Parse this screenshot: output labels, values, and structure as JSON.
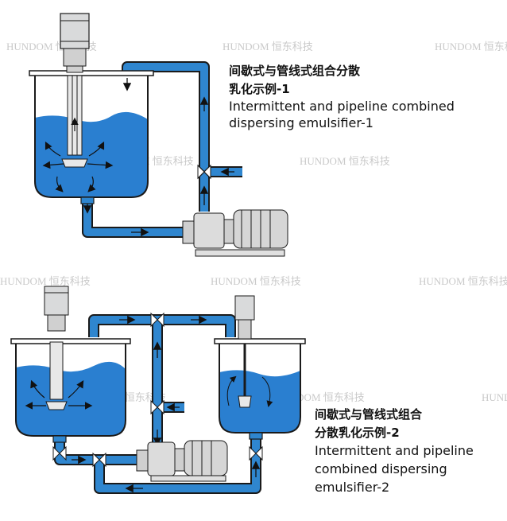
{
  "watermark": "HUNDOM 恒东科技",
  "diagram1": {
    "caption": [
      "间歇式与管线式组合分散",
      "乳化示例-1",
      "Intermittent and pipeline combined",
      "dispersing emulsifier-1"
    ]
  },
  "diagram2": {
    "caption": [
      "间歇式与管线式组合",
      "分散乳化示例-2",
      "Intermittent and pipeline",
      "combined dispersing",
      "emulsifier-2"
    ]
  },
  "colors": {
    "pipe": "#2f86cf",
    "liquid": "#2a7fd0",
    "outline": "#1a1a1a",
    "motor": "#d9dadb",
    "watermark": "#c9c9c9"
  },
  "icons": [
    "motor-icon",
    "pump-icon",
    "valve-icon",
    "flow-arrow-icon",
    "mixing-head-icon"
  ]
}
